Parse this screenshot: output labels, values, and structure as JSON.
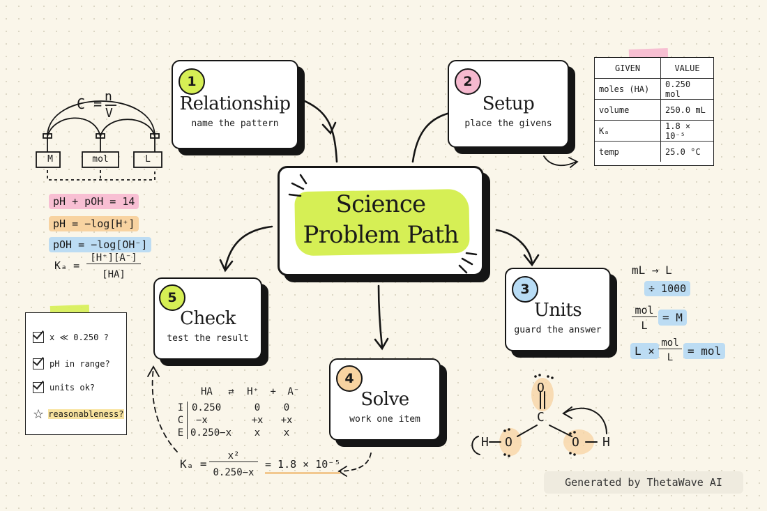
{
  "center": {
    "line1": "Science",
    "line2": "Problem Path"
  },
  "steps": [
    {
      "number": "1",
      "title": "Relationship",
      "subtitle": "name the pattern",
      "color": "#d6ef55"
    },
    {
      "number": "2",
      "title": "Setup",
      "subtitle": "place the givens",
      "color": "#f6b9cf"
    },
    {
      "number": "3",
      "title": "Units",
      "subtitle": "guard the answer",
      "color": "#b8dcf5"
    },
    {
      "number": "4",
      "title": "Solve",
      "subtitle": "work one item",
      "color": "#f8d3a1"
    },
    {
      "number": "5",
      "title": "Check",
      "subtitle": "test the result",
      "color": "#d6ef55"
    }
  ],
  "relationship_diagram": {
    "c_label": "C =",
    "n": "n",
    "v": "V",
    "boxes": [
      "M",
      "mol",
      "L"
    ]
  },
  "formulas": {
    "ph_poh": "pH + pOH = 14",
    "ph": "pH = −log[H⁺]",
    "poh": "pOH = −log[OH⁻]",
    "ka_label": "Kₐ =",
    "ka_num": "[H⁺][A⁻]",
    "ka_den": "[HA]"
  },
  "givens_table": {
    "headers": [
      "GIVEN",
      "VALUE"
    ],
    "rows": [
      [
        "moles (HA)",
        "0.250 mol"
      ],
      [
        "volume",
        "250.0 mL"
      ],
      [
        "Kₐ",
        "1.8 × 10⁻⁵"
      ],
      [
        "temp",
        "25.0 °C"
      ]
    ]
  },
  "units_notes": {
    "ml_to_l": "mL → L",
    "divide": "÷ 1000",
    "mol": "mol",
    "l": "L",
    "eq_m": "= M",
    "times": "L ×",
    "eq_mol": "= mol"
  },
  "checklist": {
    "items": [
      "x ≪ 0.250 ?",
      "pH in range?",
      "units ok?",
      "reasonableness?"
    ]
  },
  "ice_table": {
    "header": [
      "HA",
      "⇄",
      "H⁺",
      "+",
      "A⁻"
    ],
    "rows": [
      {
        "label": "I",
        "values": [
          "0.250",
          "0",
          "0"
        ]
      },
      {
        "label": "C",
        "values": [
          "−x",
          "+x",
          "+x"
        ]
      },
      {
        "label": "E",
        "values": [
          "0.250−x",
          "x",
          "x"
        ]
      }
    ],
    "ka_label": "Kₐ =",
    "ka_num": "x²",
    "ka_den": "0.250−x",
    "ka_value": "= 1.8 × 10⁻⁵"
  },
  "molecule": {
    "atoms": [
      "O",
      "C",
      "O",
      "O",
      "H",
      "H"
    ]
  },
  "watermark": "Generated by ThetaWave AI"
}
